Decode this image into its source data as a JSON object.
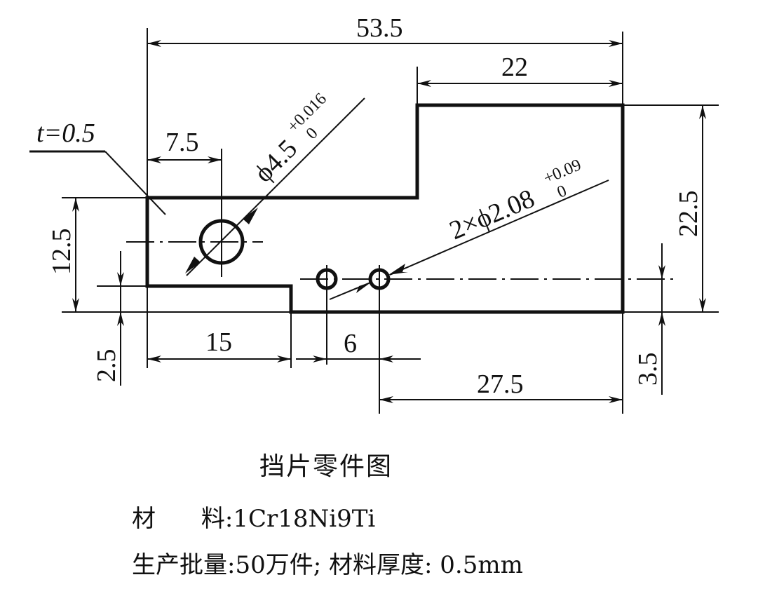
{
  "drawing": {
    "title": "挡片零件图",
    "thickness_label": "t=0.5",
    "dimensions": {
      "overall_width": "53.5",
      "top_step_width": "22",
      "left_tab_width": "15",
      "hole_pitch": "6",
      "hole_to_right_edge": "27.5",
      "left_edge_to_big_hole": "7.5",
      "left_height": "12.5",
      "tab_offset": "2.5",
      "overall_height": "22.5",
      "small_hole_height": "3.5"
    },
    "big_hole": {
      "diameter": "ϕ4.5",
      "tol_upper": "+0.016",
      "tol_lower": "0"
    },
    "small_holes": {
      "diameter": "2×ϕ2.08",
      "tol_upper": "+0.09",
      "tol_lower": "0"
    }
  },
  "specs": {
    "material_label": "材      料",
    "material_value": "1Cr18Ni9Ti",
    "batch_label": "生产批量",
    "batch_value": "50万件",
    "thickness_label": "材料厚度",
    "thickness_value": "0.5mm",
    "separator": ":",
    "semicolon": ";"
  }
}
